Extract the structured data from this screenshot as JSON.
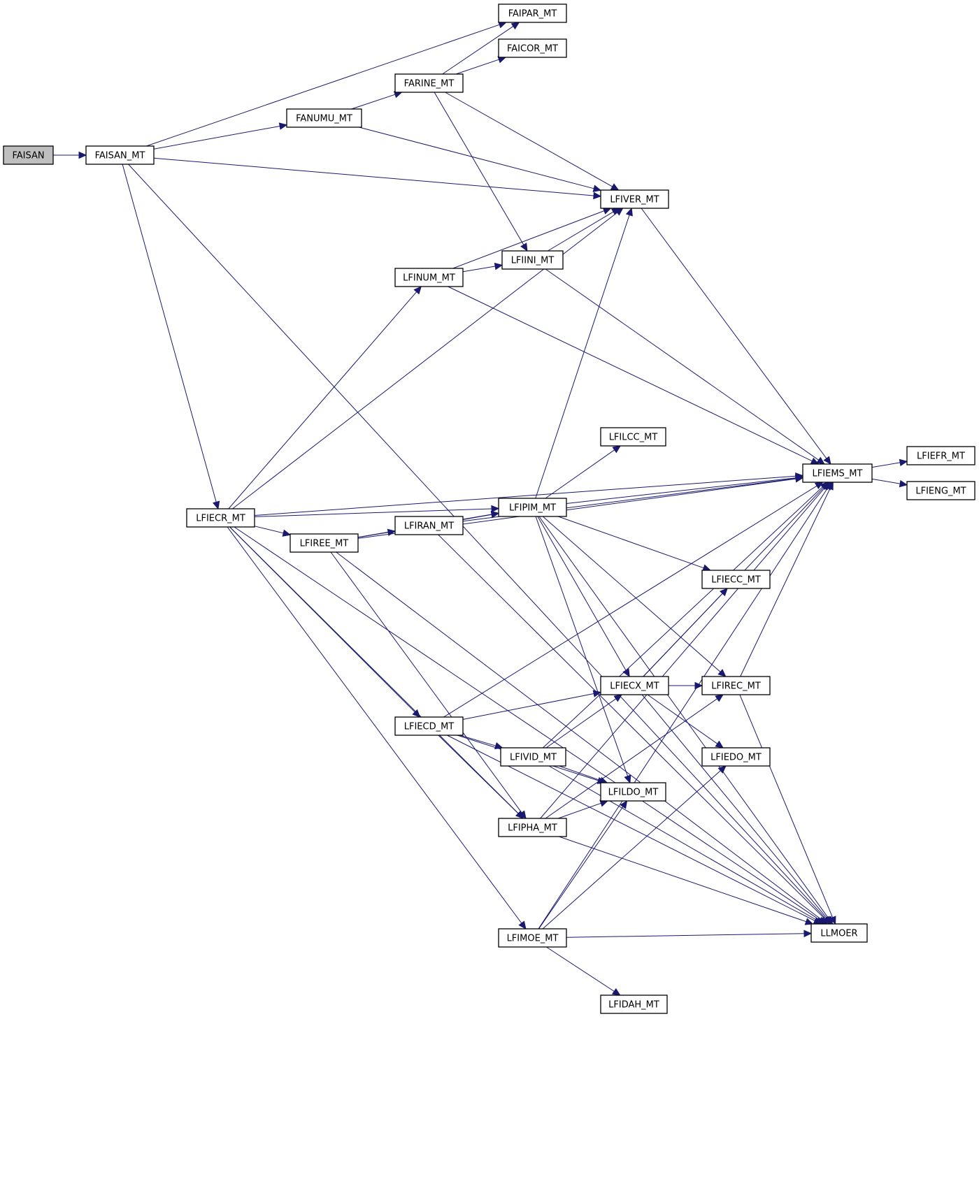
{
  "graph": {
    "nodes": [
      {
        "id": "FAISAN",
        "label": "FAISAN",
        "root": true
      },
      {
        "id": "FAISAN_MT",
        "label": "FAISAN_MT"
      },
      {
        "id": "FAIPAR_MT",
        "label": "FAIPAR_MT"
      },
      {
        "id": "FAICOR_MT",
        "label": "FAICOR_MT"
      },
      {
        "id": "FARINE_MT",
        "label": "FARINE_MT"
      },
      {
        "id": "FANUMU_MT",
        "label": "FANUMU_MT"
      },
      {
        "id": "LFIVER_MT",
        "label": "LFIVER_MT"
      },
      {
        "id": "LFIINI_MT",
        "label": "LFIINI_MT"
      },
      {
        "id": "LFINUM_MT",
        "label": "LFINUM_MT"
      },
      {
        "id": "LFILCC_MT",
        "label": "LFILCC_MT"
      },
      {
        "id": "LFIEMS_MT",
        "label": "LFIEMS_MT"
      },
      {
        "id": "LFIEFR_MT",
        "label": "LFIEFR_MT"
      },
      {
        "id": "LFIENG_MT",
        "label": "LFIENG_MT"
      },
      {
        "id": "LFIPIM_MT",
        "label": "LFIPIM_MT"
      },
      {
        "id": "LFIECR_MT",
        "label": "LFIECR_MT"
      },
      {
        "id": "LFIRAN_MT",
        "label": "LFIRAN_MT"
      },
      {
        "id": "LFIREE_MT",
        "label": "LFIREE_MT"
      },
      {
        "id": "LFIECC_MT",
        "label": "LFIECC_MT"
      },
      {
        "id": "LFIECX_MT",
        "label": "LFIECX_MT"
      },
      {
        "id": "LFIREC_MT",
        "label": "LFIREC_MT"
      },
      {
        "id": "LFIECD_MT",
        "label": "LFIECD_MT"
      },
      {
        "id": "LFIVID_MT",
        "label": "LFIVID_MT"
      },
      {
        "id": "LFIEDO_MT",
        "label": "LFIEDO_MT"
      },
      {
        "id": "LFILDO_MT",
        "label": "LFILDO_MT"
      },
      {
        "id": "LFIPHA_MT",
        "label": "LFIPHA_MT"
      },
      {
        "id": "LLMOER",
        "label": "LLMOER"
      },
      {
        "id": "LFIMOE_MT",
        "label": "LFIMOE_MT"
      },
      {
        "id": "LFIDAH_MT",
        "label": "LFIDAH_MT"
      }
    ],
    "edges": [
      [
        "FAISAN",
        "FAISAN_MT"
      ],
      [
        "FAISAN_MT",
        "FAIPAR_MT"
      ],
      [
        "FAISAN_MT",
        "FANUMU_MT"
      ],
      [
        "FAISAN_MT",
        "LFIVER_MT"
      ],
      [
        "FAISAN_MT",
        "LFIECR_MT"
      ],
      [
        "FAISAN_MT",
        "LLMOER"
      ],
      [
        "FANUMU_MT",
        "FARINE_MT"
      ],
      [
        "FANUMU_MT",
        "LFIVER_MT"
      ],
      [
        "FARINE_MT",
        "FAIPAR_MT"
      ],
      [
        "FARINE_MT",
        "FAICOR_MT"
      ],
      [
        "FARINE_MT",
        "LFIVER_MT"
      ],
      [
        "FARINE_MT",
        "LFIINI_MT"
      ],
      [
        "LFIVER_MT",
        "LFIEMS_MT"
      ],
      [
        "LFIINI_MT",
        "LFIVER_MT"
      ],
      [
        "LFIINI_MT",
        "LFIEMS_MT"
      ],
      [
        "LFINUM_MT",
        "LFIVER_MT"
      ],
      [
        "LFINUM_MT",
        "LFIINI_MT"
      ],
      [
        "LFINUM_MT",
        "LFIEMS_MT"
      ],
      [
        "LFIEMS_MT",
        "LFIEFR_MT"
      ],
      [
        "LFIEMS_MT",
        "LFIENG_MT"
      ],
      [
        "LFIECR_MT",
        "LFIVER_MT"
      ],
      [
        "LFIECR_MT",
        "LFINUM_MT"
      ],
      [
        "LFIECR_MT",
        "LFIEMS_MT"
      ],
      [
        "LFIECR_MT",
        "LFIPIM_MT"
      ],
      [
        "LFIECR_MT",
        "LFIREE_MT"
      ],
      [
        "LFIECR_MT",
        "LFIECD_MT"
      ],
      [
        "LFIECR_MT",
        "LFIPHA_MT"
      ],
      [
        "LFIECR_MT",
        "LFIMOE_MT"
      ],
      [
        "LFIECR_MT",
        "LLMOER"
      ],
      [
        "LFIREE_MT",
        "LFIEMS_MT"
      ],
      [
        "LFIREE_MT",
        "LFIRAN_MT"
      ],
      [
        "LFIREE_MT",
        "LFIPIM_MT"
      ],
      [
        "LFIREE_MT",
        "LFIPHA_MT"
      ],
      [
        "LFIREE_MT",
        "LLMOER"
      ],
      [
        "LFIRAN_MT",
        "LFIPIM_MT"
      ],
      [
        "LFIRAN_MT",
        "LFIEMS_MT"
      ],
      [
        "LFIRAN_MT",
        "LLMOER"
      ],
      [
        "LFIPIM_MT",
        "LFIVER_MT"
      ],
      [
        "LFIPIM_MT",
        "LFILCC_MT"
      ],
      [
        "LFIPIM_MT",
        "LFIEMS_MT"
      ],
      [
        "LFIPIM_MT",
        "LFIECC_MT"
      ],
      [
        "LFIPIM_MT",
        "LFIECX_MT"
      ],
      [
        "LFIPIM_MT",
        "LFIREC_MT"
      ],
      [
        "LFIPIM_MT",
        "LFILDO_MT"
      ],
      [
        "LFIPIM_MT",
        "LLMOER"
      ],
      [
        "LFIECD_MT",
        "LFIEMS_MT"
      ],
      [
        "LFIECD_MT",
        "LFIECX_MT"
      ],
      [
        "LFIECD_MT",
        "LFIVID_MT"
      ],
      [
        "LFIECD_MT",
        "LFILDO_MT"
      ],
      [
        "LFIECD_MT",
        "LFIPHA_MT"
      ],
      [
        "LFIECD_MT",
        "LLMOER"
      ],
      [
        "LFIECX_MT",
        "LFIREC_MT"
      ],
      [
        "LFIECX_MT",
        "LFIECC_MT"
      ],
      [
        "LFIECX_MT",
        "LFIEMS_MT"
      ],
      [
        "LFIECX_MT",
        "LFIEDO_MT"
      ],
      [
        "LFIECX_MT",
        "LLMOER"
      ],
      [
        "LFIREC_MT",
        "LFIEMS_MT"
      ],
      [
        "LFIREC_MT",
        "LLMOER"
      ],
      [
        "LFIVID_MT",
        "LFIECX_MT"
      ],
      [
        "LFIVID_MT",
        "LFIEMS_MT"
      ],
      [
        "LFIVID_MT",
        "LFILDO_MT"
      ],
      [
        "LFIVID_MT",
        "LLMOER"
      ],
      [
        "LFIPHA_MT",
        "LFILDO_MT"
      ],
      [
        "LFIPHA_MT",
        "LFIREC_MT"
      ],
      [
        "LFIPHA_MT",
        "LFIEMS_MT"
      ],
      [
        "LFIPHA_MT",
        "LLMOER"
      ],
      [
        "LFIMOE_MT",
        "LFILDO_MT"
      ],
      [
        "LFIMOE_MT",
        "LFIEDO_MT"
      ],
      [
        "LFIMOE_MT",
        "LFIDAH_MT"
      ],
      [
        "LFIMOE_MT",
        "LFIEMS_MT"
      ],
      [
        "LFIMOE_MT",
        "LLMOER"
      ]
    ]
  },
  "colors": {
    "edge": "#191970",
    "root_fill": "#bfbfbf",
    "node_fill": "#ffffff",
    "node_border": "#000000"
  }
}
